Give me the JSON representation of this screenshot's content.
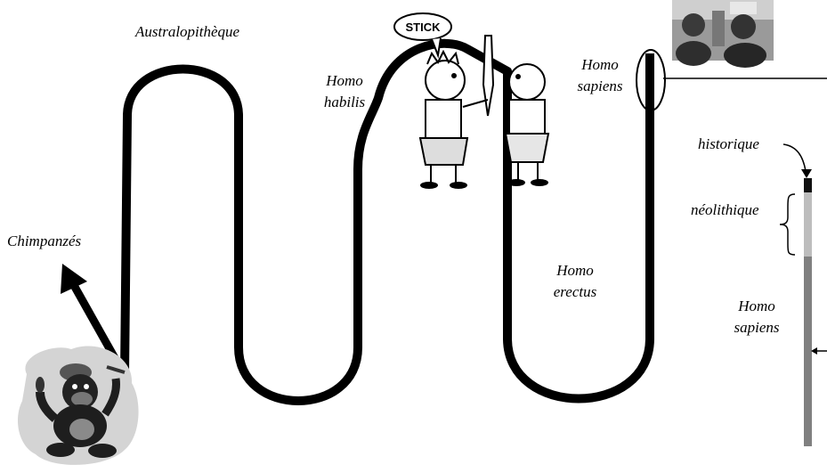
{
  "labels": {
    "chimps": "Chimpanzés",
    "australopithecus": "Australopithèque",
    "habilis_line1": "Homo",
    "habilis_line2": "habilis",
    "sapiens_top_line1": "Homo",
    "sapiens_top_line2": "sapiens",
    "erectus_line1": "Homo",
    "erectus_line2": "erectus",
    "historique": "historique",
    "neolithique": "néolithique",
    "sapiens_scale_line1": "Homo",
    "sapiens_scale_line2": "sapiens"
  },
  "cartoon": {
    "speech_text": "STICK"
  },
  "colors": {
    "path": "#000000",
    "scale_historic": "#111111",
    "scale_neolithic": "#bdbdbd",
    "scale_sapiens": "#808080"
  }
}
